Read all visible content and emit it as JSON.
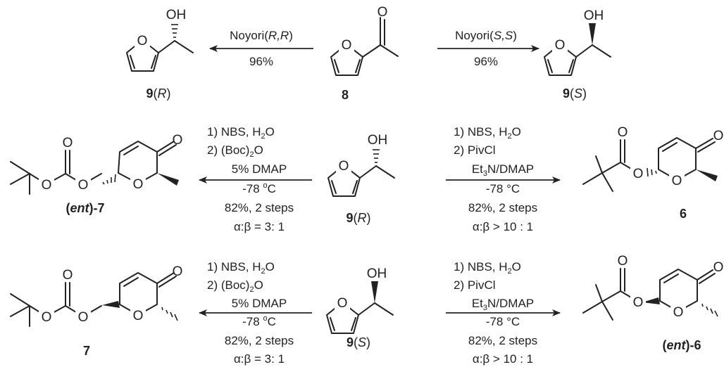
{
  "compounds": {
    "c8": "8",
    "c9R_num": "9",
    "c9R_cfg": "R",
    "c9S_num": "9",
    "c9S_cfg": "S",
    "c6": "6",
    "c7": "7",
    "ent7_open": "(",
    "ent7_ent": "ent",
    "ent7_close": ")-7",
    "ent6_open": "(",
    "ent6_ent": "ent",
    "ent6_close": ")-6"
  },
  "atoms": {
    "O": "O",
    "OH": "OH"
  },
  "reactions": {
    "r1": {
      "reagent_prefix": "Noyori(",
      "reagent_cfg": "R,R",
      "reagent_suffix": ")",
      "yield": "96%"
    },
    "r2": {
      "reagent_prefix": "Noyori(",
      "reagent_cfg": "S,S",
      "reagent_suffix": ")",
      "yield": "96%"
    },
    "boc": {
      "step1_a": "1) NBS, H",
      "step1_sub": "2",
      "step1_b": "O",
      "step2_a": "2) (Boc)",
      "step2_sub": "2",
      "step2_b": "O",
      "cat": "5% DMAP",
      "temp_a": "-78 ",
      "temp_sup": "o",
      "temp_b": "C",
      "yield": "82%, 2 steps",
      "ratio": "α:β = 3: 1"
    },
    "piv": {
      "step1_a": "1) NBS, H",
      "step1_sub": "2",
      "step1_b": "O",
      "step2": "2) PivCl",
      "base_a": "Et",
      "base_sub": "3",
      "base_b": "N/DMAP",
      "temp": "-78 °C",
      "yield": "82%, 2 steps",
      "ratio": "α:β > 10 : 1"
    }
  }
}
